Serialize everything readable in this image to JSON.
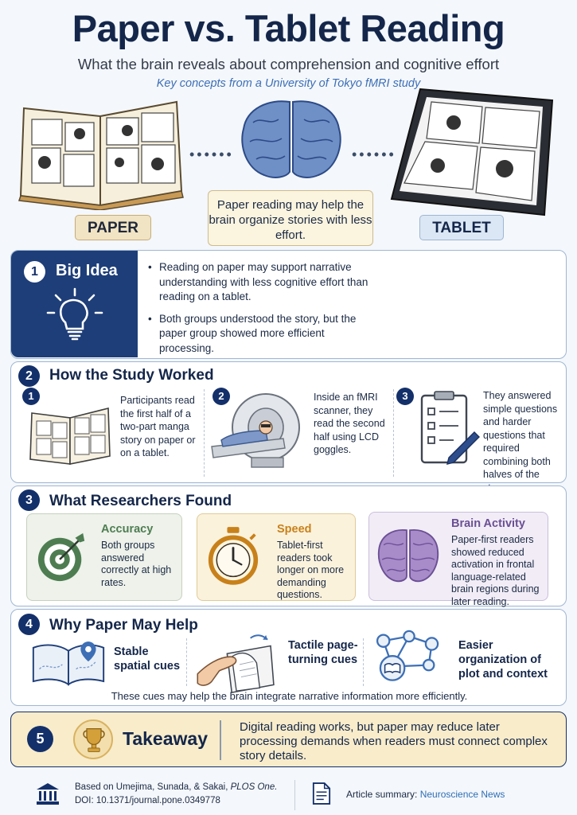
{
  "header": {
    "title": "Paper vs. Tablet Reading",
    "subtitle": "What the brain reveals about comprehension and cognitive effort",
    "study_line": "Key concepts from a University of Tokyo fMRI study"
  },
  "hero": {
    "paper_label": "PAPER",
    "tablet_label": "TABLET",
    "callout": "Paper reading may help the brain organize stories with less effort."
  },
  "section1": {
    "number": "1",
    "title": "Big Idea",
    "bullets": [
      "Reading on paper may support narrative understanding with less cognitive effort than reading on a tablet.",
      "Both groups understood the story, but the paper group showed more efficient processing."
    ]
  },
  "section2": {
    "number": "2",
    "title": "How the Study Worked",
    "steps": [
      {
        "number": "1",
        "text": "Participants read the first half of a two-part manga story on paper or on a tablet."
      },
      {
        "number": "2",
        "text": "Inside an fMRI scanner, they read the second half using LCD goggles."
      },
      {
        "number": "3",
        "text": "They answered simple questions and harder questions that required combining both halves of the story."
      }
    ]
  },
  "section3": {
    "number": "3",
    "title": "What Researchers Found",
    "findings": [
      {
        "title": "Accuracy",
        "text": "Both groups answered correctly at high rates."
      },
      {
        "title": "Speed",
        "text": "Tablet-first readers took longer on more demanding questions."
      },
      {
        "title": "Brain Activity",
        "text": "Paper-first readers showed reduced activation in frontal language-related brain regions during later reading."
      }
    ]
  },
  "section4": {
    "number": "4",
    "title": "Why Paper May Help",
    "cues": [
      {
        "label": "Stable spatial cues"
      },
      {
        "label": "Tactile page-turning cues"
      },
      {
        "label": "Easier organization of plot and context"
      }
    ],
    "summary": "These cues may help the brain integrate narrative information more efficiently."
  },
  "section5": {
    "number": "5",
    "title": "Takeaway",
    "text": "Digital reading works, but paper may reduce later processing demands when readers must connect complex story details."
  },
  "footer": {
    "citation_prefix": "Based on Umejima, Sunada, & Sakai, ",
    "citation_journal": "PLOS One.",
    "doi": "DOI: 10.1371/journal.pone.0349778",
    "summary_label": "Article summary: ",
    "summary_source": "Neuroscience News"
  },
  "colors": {
    "navy": "#14306a",
    "accuracy": "#4e7d52",
    "speed": "#c8811a",
    "brain_activity": "#6b4f94"
  }
}
